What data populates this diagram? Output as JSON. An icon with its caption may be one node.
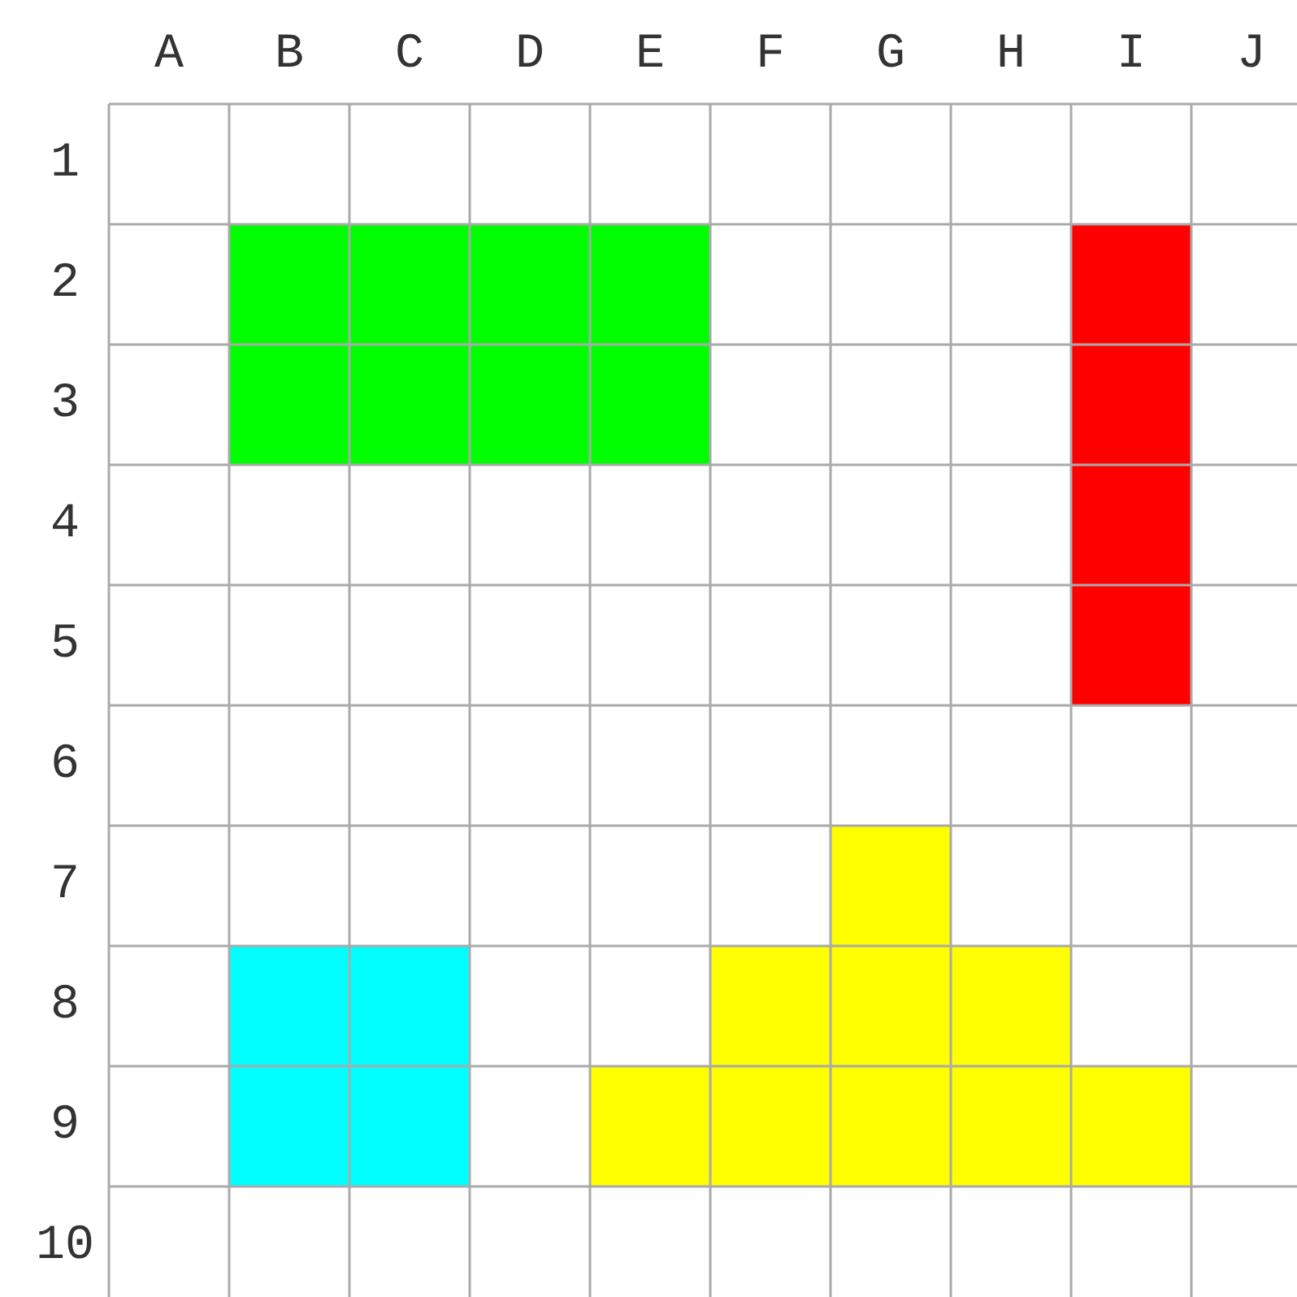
{
  "diagram": {
    "labels": [
      "A",
      "B",
      "C",
      "D",
      "E",
      "F",
      "G",
      "H",
      "I",
      "J",
      "1",
      "2",
      "3",
      "4",
      "5",
      "6",
      "7",
      "8",
      "9",
      "10"
    ]
  }
}
